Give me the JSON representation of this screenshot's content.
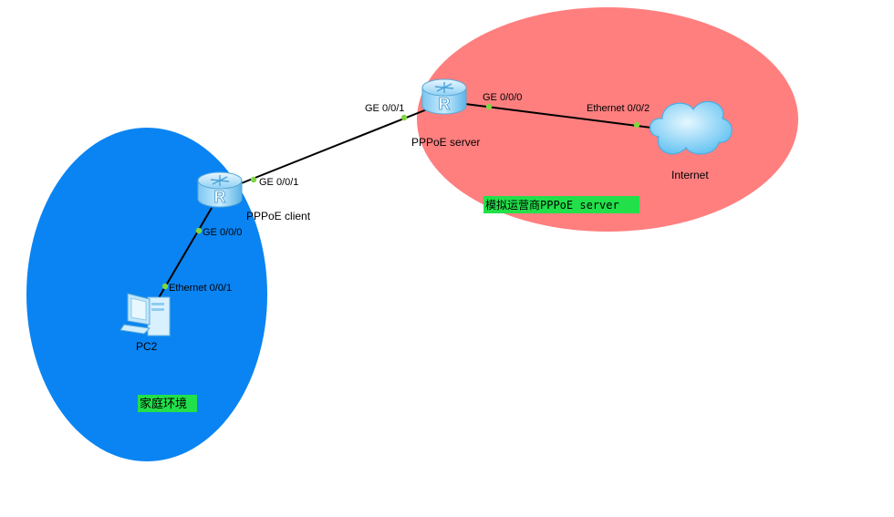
{
  "zones": {
    "home": {
      "label": "家庭环境",
      "color": "#0a84f2"
    },
    "isp": {
      "label": "模拟运营商PPPoE server",
      "color": "#ff7f7f"
    }
  },
  "devices": {
    "pppoe_client": {
      "label": "PPPoE client"
    },
    "pppoe_server": {
      "label": "PPPoE server"
    },
    "pc": {
      "label": "PC2"
    },
    "internet": {
      "label": "Internet"
    }
  },
  "ports": {
    "client_ge001": "GE 0/0/1",
    "server_ge001": "GE 0/0/1",
    "client_ge000": "GE 0/0/0",
    "pc_eth": "Ethernet 0/0/1",
    "server_ge000": "GE 0/0/0",
    "internet_eth": "Ethernet 0/0/2"
  },
  "colors": {
    "tag_bg": "#22e04a",
    "port_dot": "#7fd640",
    "link": "#000000"
  }
}
